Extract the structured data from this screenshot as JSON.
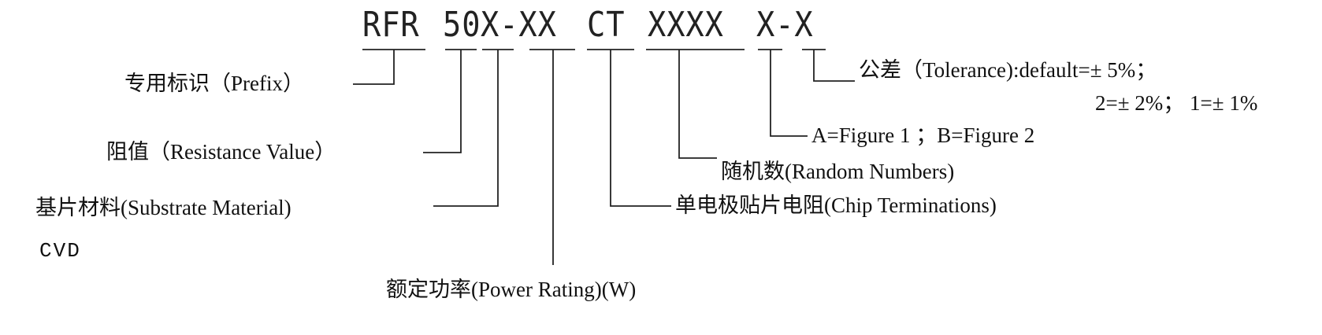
{
  "part_number": {
    "segments": [
      "RFR",
      "50",
      "X-XX",
      "CT",
      "XXXX",
      "X-X"
    ]
  },
  "labels": {
    "prefix": "专用标识（Prefix）",
    "resistance_value": "阻值（Resistance Value）",
    "substrate_material": "基片材料(Substrate Material)",
    "substrate_note": "CVD",
    "power_rating": "额定功率(Power Rating)(W)",
    "chip_terminations": "单电极贴片电阻(Chip  Terminations)",
    "random_numbers": "随机数(Random Numbers)",
    "figure_option": "A=Figure  1 ；B=Figure  2",
    "tolerance_line1": "公差（Tolerance):default=± 5%；",
    "tolerance_line2": "2=± 2%；  1=± 1%"
  },
  "colors": {
    "line": "#222222",
    "text": "#111111"
  }
}
